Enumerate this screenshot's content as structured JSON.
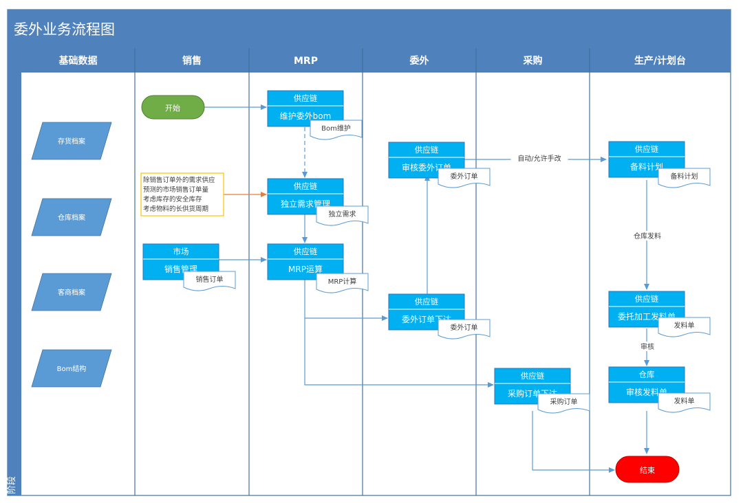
{
  "title": "委外业务流程图",
  "phase_label": "阶段",
  "lanes": [
    "基础数据",
    "销售",
    "MRP",
    "委外",
    "采购",
    "生产/计划台"
  ],
  "colors": {
    "header_dark": "#4f81bd",
    "lane_border": "#41719c",
    "box_fill": "#00b0f0",
    "box_stroke": "#2e75b6",
    "parallelogram": "#5b9bd5",
    "start": "#70ad47",
    "end": "#ff0000",
    "note_border": "#ffc000",
    "arrow": "#5b9bd5",
    "note_arrow": "#ed7d31"
  },
  "data_items": [
    "存货档案",
    "仓库档案",
    "客商档案",
    "Bom结构"
  ],
  "start_label": "开始",
  "end_label": "结束",
  "note_lines": [
    "除销售订单外的需求供应",
    "预测的市场销售订单量",
    "考虑库存的安全库存",
    "考虑物料的长供货周期"
  ],
  "process_boxes": [
    {
      "id": "maintain-bom",
      "top": "供应链",
      "bottom": "维护委外bom",
      "doc": "Bom维护"
    },
    {
      "id": "independent-demand",
      "top": "供应链",
      "bottom": "独立需求管理",
      "doc": "独立需求"
    },
    {
      "id": "mrp-run",
      "top": "供应链",
      "bottom": "MRP运算",
      "doc": "MRP计算"
    },
    {
      "id": "sales-mgmt",
      "top": "市场",
      "bottom": "销售管理",
      "doc": "销售订单"
    },
    {
      "id": "audit-order",
      "top": "供应链",
      "bottom": "审核委外订单",
      "doc": "委外订单"
    },
    {
      "id": "issue-order",
      "top": "供应链",
      "bottom": "委外订单下达",
      "doc": "委外订单"
    },
    {
      "id": "purchase-order",
      "top": "供应链",
      "bottom": "采购订单下达",
      "doc": "采购订单"
    },
    {
      "id": "material-plan",
      "top": "供应链",
      "bottom": "备料计划",
      "doc": "备料计划"
    },
    {
      "id": "issue-material",
      "top": "供应链",
      "bottom": "委托加工发料单",
      "doc": "发料单"
    },
    {
      "id": "audit-issue",
      "top": "仓库",
      "bottom": "审核发料单",
      "doc": "发料单"
    }
  ],
  "edge_labels": {
    "auto_edit": "自动/允许手改",
    "warehouse_issue": "仓库发料",
    "audit": "审核"
  }
}
